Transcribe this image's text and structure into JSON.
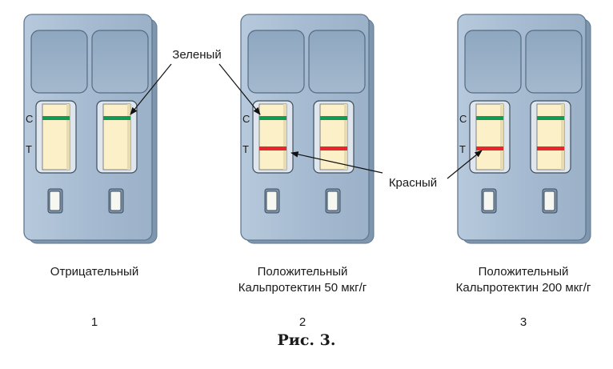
{
  "labels": {
    "green": "Зеленый",
    "red": "Красный",
    "c": "C",
    "t": "T"
  },
  "panels": [
    {
      "result": "Отрицательный",
      "detail": "",
      "number": "1"
    },
    {
      "result": "Положительный",
      "detail": "Кальпротектин 50 мкг/г",
      "number": "2"
    },
    {
      "result": "Положительный",
      "detail": "Кальпротектин 200 мкг/г",
      "number": "3"
    }
  ],
  "figure_caption": "Рис. 3.",
  "colors": {
    "cassette": "#a9bed4",
    "cassette_edge": "#5f7890",
    "strip": "#fbf0c8",
    "control_line": "#119a55",
    "test_line": "#e8262c"
  }
}
